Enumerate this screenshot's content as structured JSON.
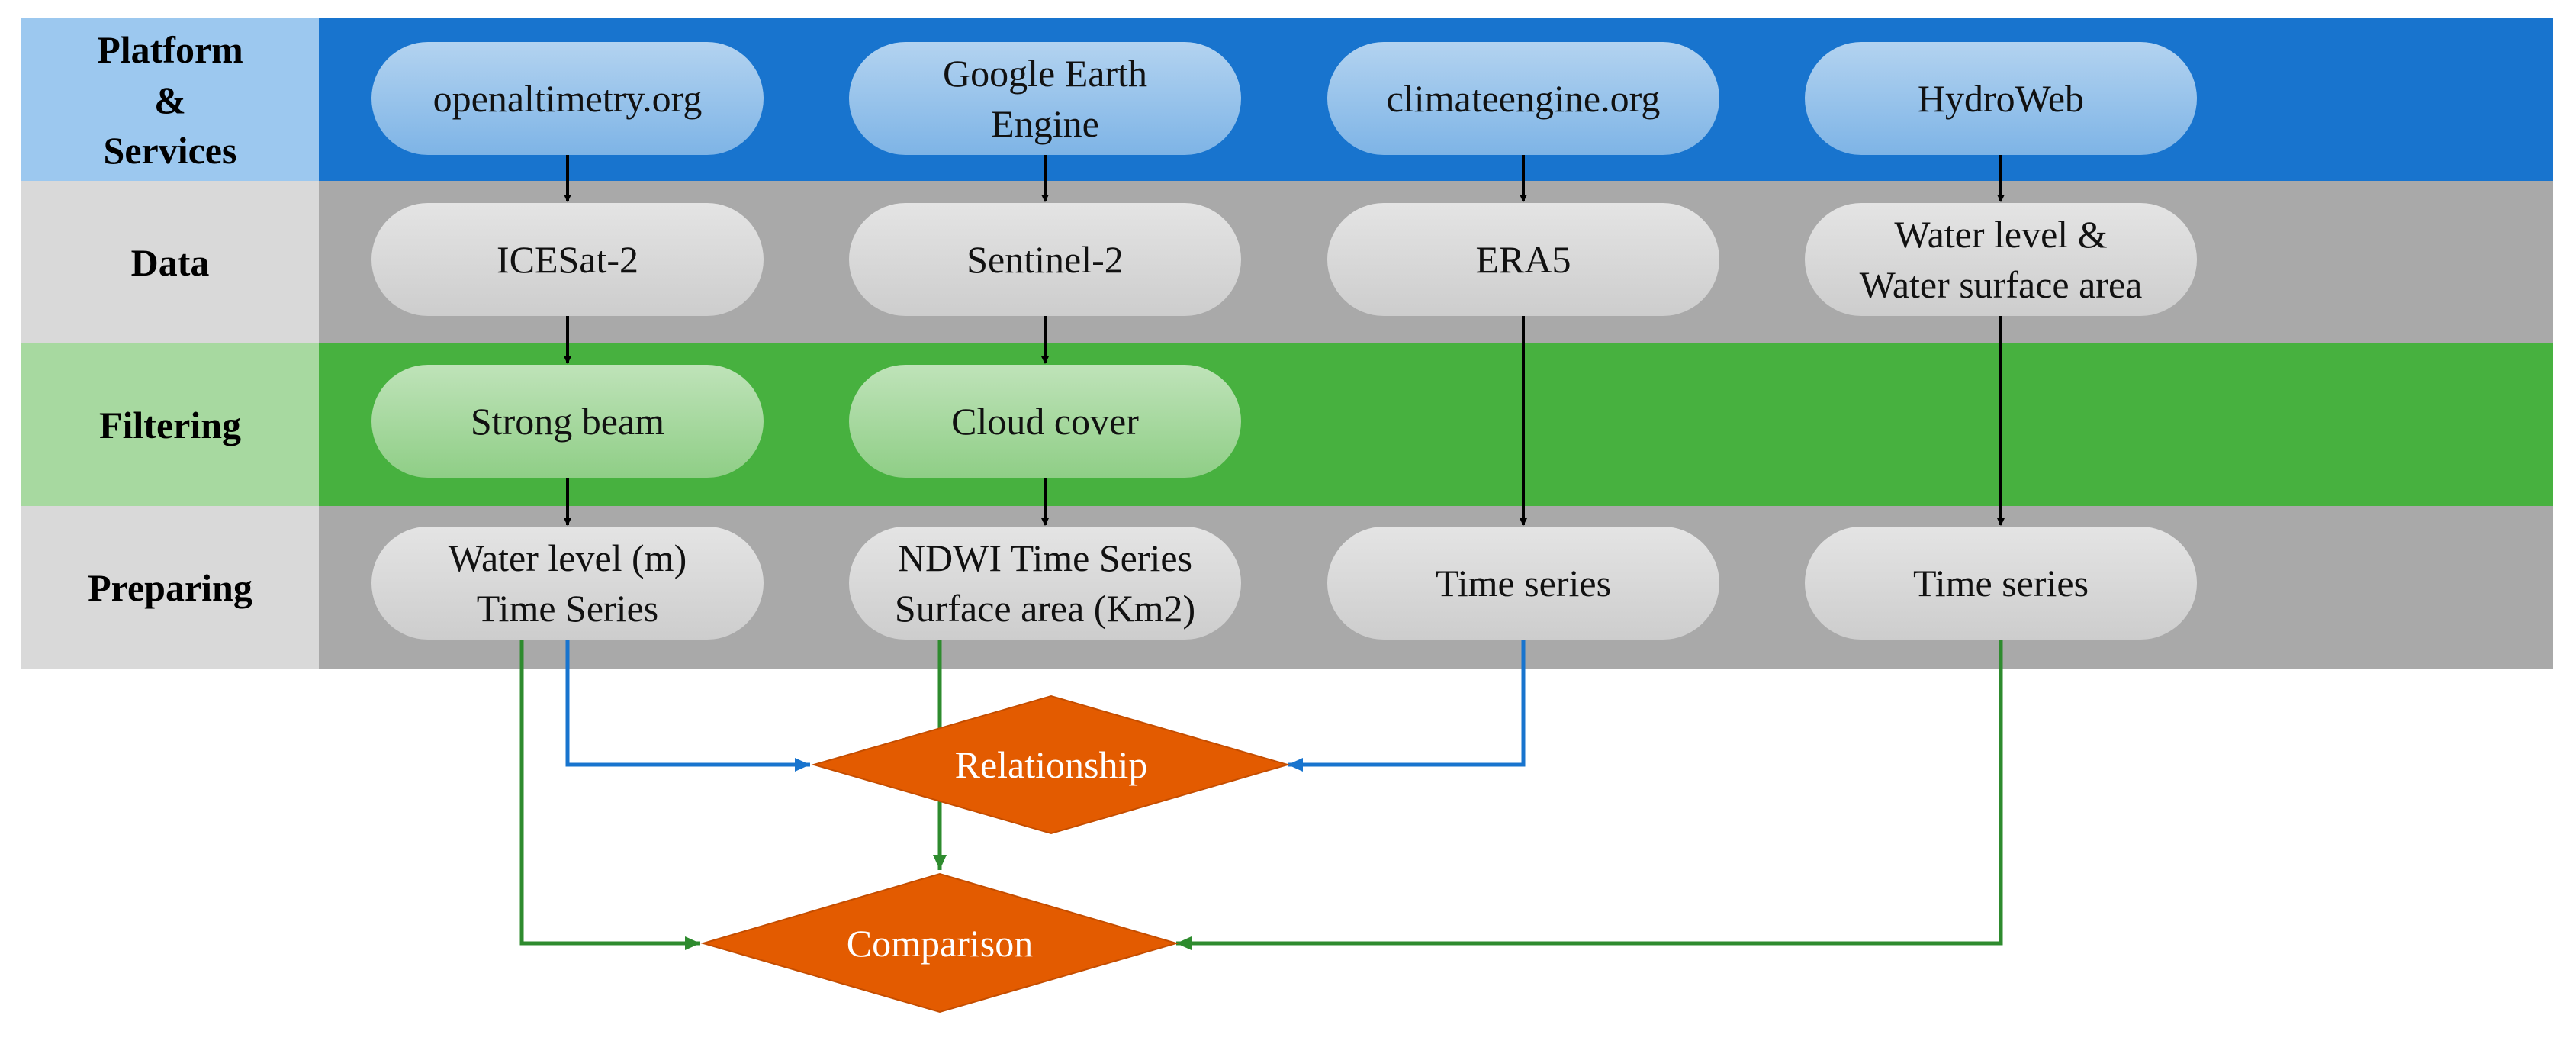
{
  "rows": [
    {
      "label": "Platform\n&\nServices",
      "band_color": "#1874ce",
      "label_color": "#9cc8ef"
    },
    {
      "label": "Data",
      "band_color": "#a9a9a9",
      "label_color": "#d9d9d9"
    },
    {
      "label": "Filtering",
      "band_color": "#47b13f",
      "label_color": "#a7d9a0"
    },
    {
      "label": "Preparing",
      "band_color": "#a9a9a9",
      "label_color": "#d9d9d9"
    }
  ],
  "platforms": [
    "openaltimetry.org",
    "Google Earth\nEngine",
    "climateengine.org",
    "HydroWeb"
  ],
  "data": [
    "ICESat-2",
    "Sentinel-2",
    "ERA5",
    "Water level &\nWater surface area"
  ],
  "filtering": [
    "Strong beam",
    "Cloud cover"
  ],
  "preparing": [
    "Water level (m)\nTime Series",
    "NDWI Time Series\nSurface area (Km2)",
    "Time series",
    "Time series"
  ],
  "decisions": {
    "relationship": "Relationship",
    "comparison": "Comparison"
  },
  "colors": {
    "decision_fill": "#e35b00",
    "line_blue": "#1874ce",
    "line_green": "#2e8b2e",
    "arrow_black": "#000000"
  }
}
